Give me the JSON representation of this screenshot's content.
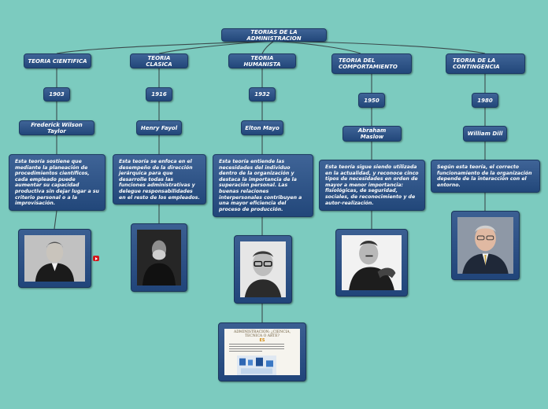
{
  "root": {
    "title": "TEORIAS DE LA ADMINISTRACION"
  },
  "theories": [
    {
      "name": "TEORIA CIENTIFICA",
      "year": "1903",
      "author": "Frederick Wilson Taylor",
      "description": "Esta teoría sostiene que mediante la planeación de procedimientos científicos, cada empleado puede aumentar su capacidad productiva sin dejar lugar a su criterio personal o a la improvisación.",
      "photo": "portrait-taylor"
    },
    {
      "name": "TEORIA CLASICA",
      "year": "1916",
      "author": "Henry Fayol",
      "description": "Esta teoría se enfoca en el desempeño de la dirección jerárquica para que desarrolle todas las funciones administrativas y delegue responsabilidades en el resto de los empleados.",
      "photo": "portrait-fayol"
    },
    {
      "name": "TEORIA HUMANISTA",
      "year": "1932",
      "author": "Elton Mayo",
      "description": "Esta teoría entiende las necesidades del individuo dentro de la organización y destaca la importancia de la superación personal. Las buenas relaciones interpersonales contribuyen a una mayor eficiencia del proceso de producción.",
      "photo": "portrait-mayo"
    },
    {
      "name": "TEORIA DEL COMPORTAMIENTO",
      "year": "1950",
      "author": "Abraham Maslow",
      "description": "Esta teoría sigue siendo utilizada en la actualidad, y reconoce cinco tipos de necesidades en orden de mayor a menor importancia: fisiológicas, de seguridad, sociales, de reconocimiento y de autor-realización.",
      "photo": "portrait-maslow"
    },
    {
      "name": "TEORIA DE LA CONTINGENCIA",
      "year": "1980",
      "author": "William Dill",
      "description": "Según esta teoría, el correcto funcionamiento de la organización depende de la interacción con el entorno.",
      "photo": "portrait-dill"
    }
  ],
  "attachment": {
    "title": "ADMINISTRACION: ¿CIENCIA, TECNICA O ARTE?",
    "badge": "ES"
  },
  "colors": {
    "background": "#7ccbbf",
    "node": "#2d5288",
    "connector": "#3b4a4c",
    "video_badge": "#d4171c"
  }
}
